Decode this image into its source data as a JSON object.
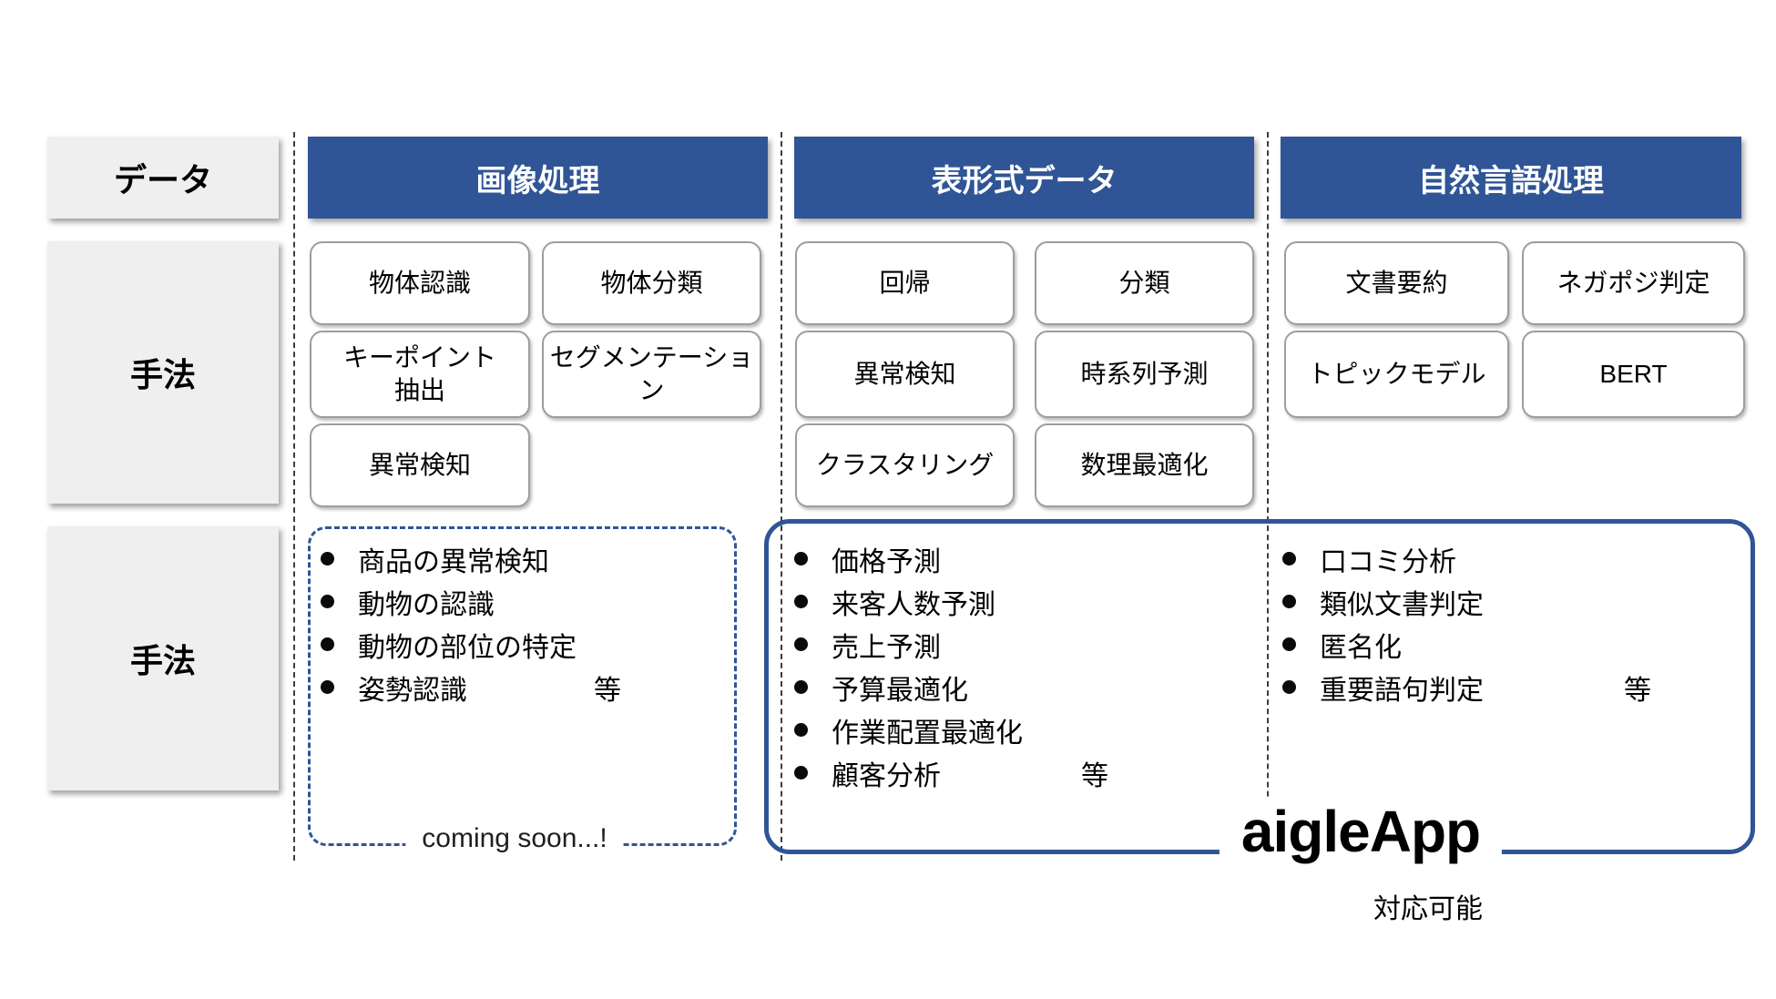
{
  "labels": {
    "data_row": "データ",
    "method_row": "手法",
    "example_row": "手法"
  },
  "columns": [
    {
      "header": "画像処理",
      "methods": [
        "物体認識",
        "物体分類",
        "キーポイント\n抽出",
        "セグメンテーショ\nン",
        "異常検知"
      ]
    },
    {
      "header": "表形式データ",
      "methods": [
        "回帰",
        "分類",
        "異常検知",
        "時系列予測",
        "クラスタリング",
        "数理最適化"
      ]
    },
    {
      "header": "自然言語処理",
      "methods": [
        "文書要約",
        "ネガポジ判定",
        "トピックモデル",
        "BERT"
      ]
    }
  ],
  "examples": {
    "image_processing": {
      "items": [
        "商品の異常検知",
        "動物の認識",
        "動物の部位の特定",
        "姿勢認識"
      ],
      "etc_label": "等",
      "status_note": "coming soon...!"
    },
    "tabular": {
      "items": [
        "価格予測",
        "来客人数予測",
        "売上予測",
        "予算最適化",
        "作業配置最適化",
        "顧客分析"
      ],
      "etc_label": "等"
    },
    "nlp": {
      "items": [
        "口コミ分析",
        "類似文書判定",
        "匿名化",
        "重要語句判定"
      ],
      "etc_label": "等"
    },
    "app_name": "aigleApp",
    "app_caption": "対応可能"
  },
  "colors": {
    "header_blue": "#2F5597",
    "outline_blue": "#2F5597",
    "gray_box": "#EFEFEF",
    "method_box_border": "#9D9D9D",
    "separator_gray": "#3D3D3D"
  }
}
